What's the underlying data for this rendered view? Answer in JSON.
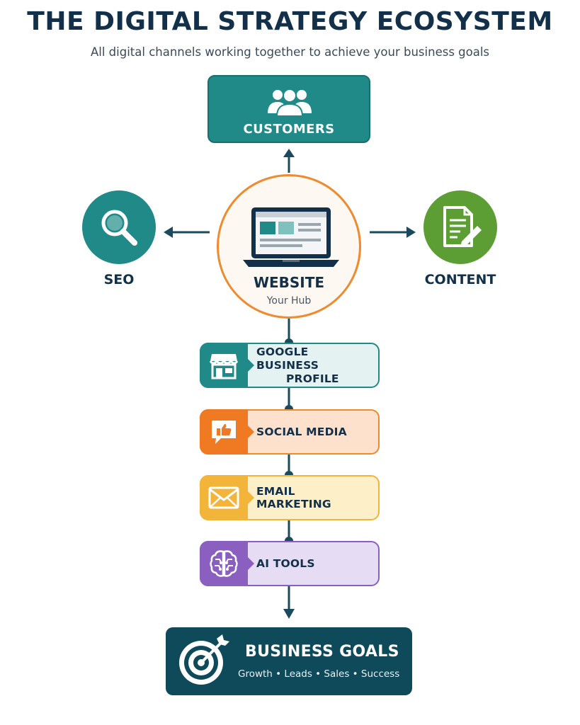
{
  "header": {
    "title": "THE DIGITAL STRATEGY ECOSYSTEM",
    "subtitle": "All digital channels working together to achieve your business goals"
  },
  "nodes": {
    "customers": {
      "label": "CUSTOMERS",
      "icon": "users-icon"
    },
    "website": {
      "label": "WEBSITE",
      "sublabel": "Your Hub",
      "icon": "laptop-icon"
    },
    "seo": {
      "label": "SEO",
      "icon": "search-icon"
    },
    "content": {
      "label": "CONTENT",
      "icon": "document-edit-icon"
    }
  },
  "channels": [
    {
      "label_line1": "GOOGLE BUSINESS",
      "label_line2": "PROFILE",
      "icon": "storefront-icon"
    },
    {
      "label": "SOCIAL MEDIA",
      "icon": "thumbs-up-chat-icon"
    },
    {
      "label": "EMAIL MARKETING",
      "icon": "envelope-icon"
    },
    {
      "label": "AI TOOLS",
      "icon": "brain-circuit-icon"
    }
  ],
  "goals": {
    "label": "BUSINESS GOALS",
    "sublabel": "Growth • Leads • Sales • Success",
    "icon": "target-arrow-icon"
  },
  "colors": {
    "navy": "#12304a",
    "teal": "#1f8a87",
    "orange": "#ef8a2e",
    "green": "#5d9e34",
    "gold": "#f3b43a",
    "purple": "#8a5fc0",
    "dark_teal": "#0e4a5a"
  }
}
